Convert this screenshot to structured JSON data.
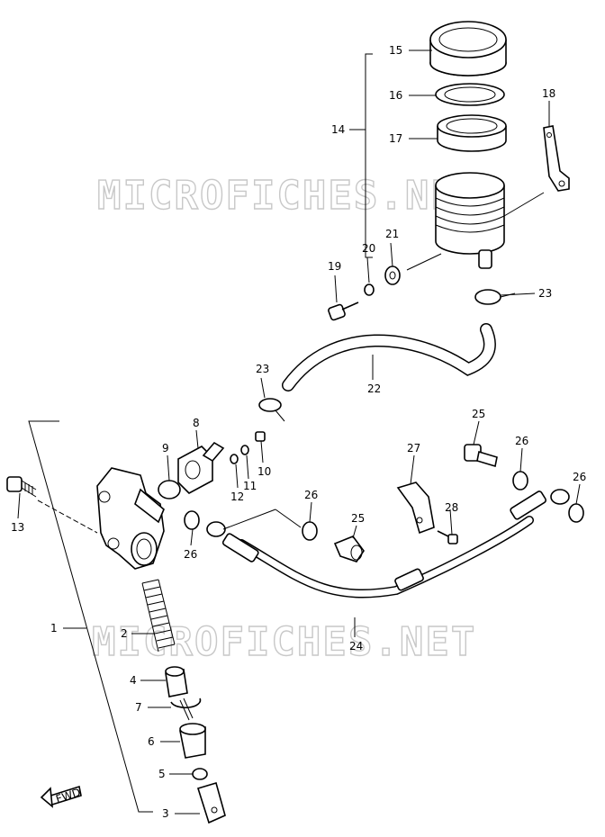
{
  "watermark": {
    "text": "MICROFICHES.NET"
  },
  "fwd_label": "FWD",
  "callouts": {
    "c1": "1",
    "c2": "2",
    "c3": "3",
    "c4": "4",
    "c5": "5",
    "c6": "6",
    "c7": "7",
    "c8": "8",
    "c9": "9",
    "c10": "10",
    "c11": "11",
    "c12": "12",
    "c13": "13",
    "c14": "14",
    "c15": "15",
    "c16": "16",
    "c17": "17",
    "c18": "18",
    "c19": "19",
    "c20": "20",
    "c21": "21",
    "c22": "22",
    "c23a": "23",
    "c23b": "23",
    "c24": "24",
    "c25a": "25",
    "c25b": "25",
    "c26a": "26",
    "c26b": "26",
    "c26c": "26",
    "c26d": "26",
    "c27": "27",
    "c28": "28"
  }
}
